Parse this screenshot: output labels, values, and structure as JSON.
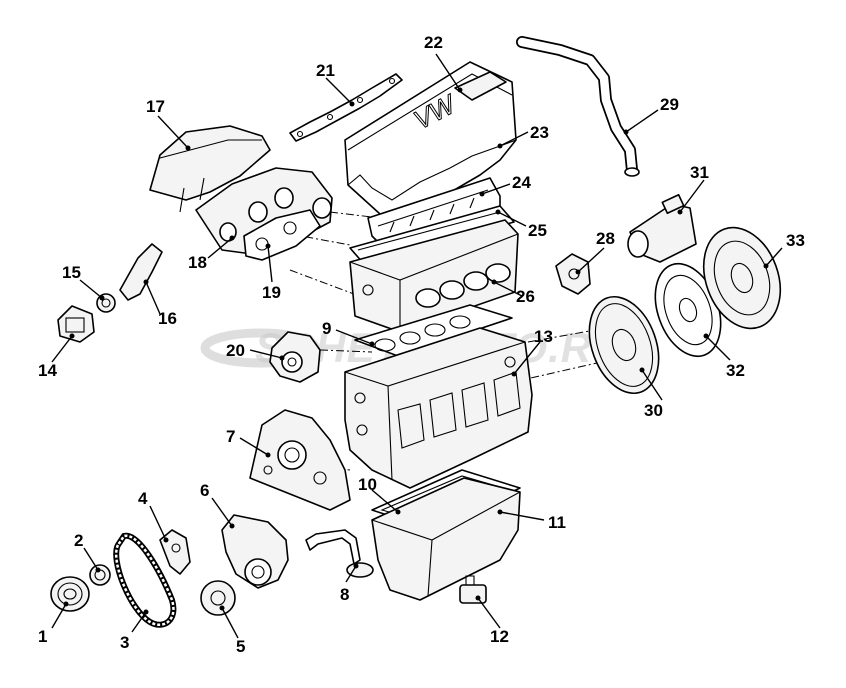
{
  "watermark": "SCHETTAUTO.RU",
  "cover_logo": "VW",
  "callouts": [
    {
      "id": "callout-1",
      "label": "1"
    },
    {
      "id": "callout-2",
      "label": "2"
    },
    {
      "id": "callout-3",
      "label": "3"
    },
    {
      "id": "callout-4",
      "label": "4"
    },
    {
      "id": "callout-5",
      "label": "5"
    },
    {
      "id": "callout-6",
      "label": "6"
    },
    {
      "id": "callout-7",
      "label": "7"
    },
    {
      "id": "callout-8",
      "label": "8"
    },
    {
      "id": "callout-9",
      "label": "9"
    },
    {
      "id": "callout-10",
      "label": "10"
    },
    {
      "id": "callout-11",
      "label": "11"
    },
    {
      "id": "callout-12",
      "label": "12"
    },
    {
      "id": "callout-13",
      "label": "13"
    },
    {
      "id": "callout-14",
      "label": "14"
    },
    {
      "id": "callout-15",
      "label": "15"
    },
    {
      "id": "callout-16",
      "label": "16"
    },
    {
      "id": "callout-17",
      "label": "17"
    },
    {
      "id": "callout-18",
      "label": "18"
    },
    {
      "id": "callout-19",
      "label": "19"
    },
    {
      "id": "callout-20",
      "label": "20"
    },
    {
      "id": "callout-21",
      "label": "21"
    },
    {
      "id": "callout-22",
      "label": "22"
    },
    {
      "id": "callout-23",
      "label": "23"
    },
    {
      "id": "callout-24",
      "label": "24"
    },
    {
      "id": "callout-25",
      "label": "25"
    },
    {
      "id": "callout-26",
      "label": "26"
    },
    {
      "id": "callout-28",
      "label": "28"
    },
    {
      "id": "callout-29",
      "label": "29"
    },
    {
      "id": "callout-30",
      "label": "30"
    },
    {
      "id": "callout-31",
      "label": "31"
    },
    {
      "id": "callout-32",
      "label": "32"
    },
    {
      "id": "callout-33",
      "label": "33"
    }
  ]
}
